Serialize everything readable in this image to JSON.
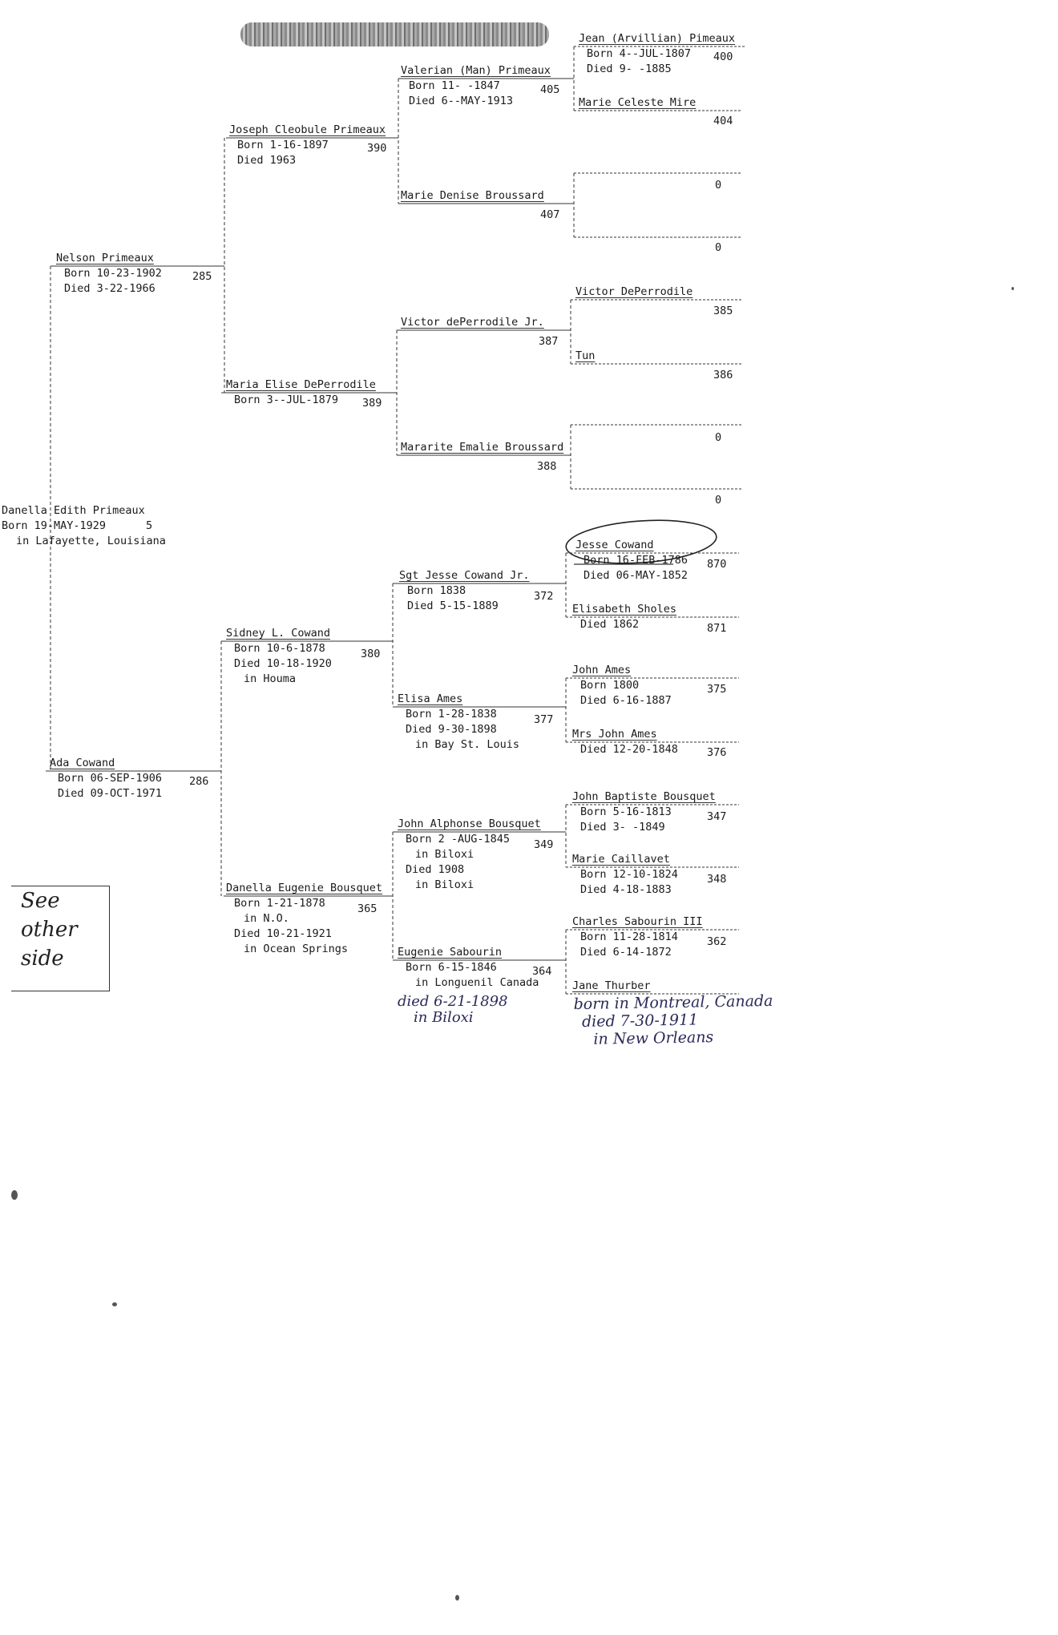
{
  "root": {
    "name": "Danella Edith Primeaux",
    "born": "Born 19-MAY-1929",
    "place": "in Lafayette, Louisiana",
    "id": "5"
  },
  "gen1": [
    {
      "name": "Nelson Primeaux",
      "born": "Born 10-23-1902",
      "died": "Died 3-22-1966",
      "id": "285"
    },
    {
      "name": "Ada Cowand",
      "born": "Born 06-SEP-1906",
      "died": "Died 09-OCT-1971",
      "id": "286"
    }
  ],
  "gen2": [
    {
      "name": "Joseph Cleobule Primeaux",
      "born": "Born 1-16-1897",
      "died": "Died 1963",
      "id": "390"
    },
    {
      "name": "Maria Elise DePerrodile",
      "born": "Born 3--JUL-1879",
      "id": "389"
    },
    {
      "name": "Sidney L. Cowand",
      "born": "Born 10-6-1878",
      "died": "Died 10-18-1920",
      "place": "in Houma",
      "id": "380"
    },
    {
      "name": "Danella Eugenie Bousquet",
      "born": "Born 1-21-1878",
      "born_place": "in N.O.",
      "died": "Died 10-21-1921",
      "died_place": "in Ocean Springs",
      "id": "365"
    }
  ],
  "gen3": [
    {
      "name": "Valerian (Man) Primeaux",
      "born": "Born 11-  -1847",
      "died": "Died 6--MAY-1913",
      "id": "405"
    },
    {
      "name": "Marie Denise Broussard",
      "id": "407"
    },
    {
      "name": "Victor dePerrodile Jr.",
      "id": "387"
    },
    {
      "name": "Mararite Emalie Broussard",
      "id": "388"
    },
    {
      "name": "Sgt Jesse Cowand Jr.",
      "born": "Born 1838",
      "died": "Died 5-15-1889",
      "id": "372"
    },
    {
      "name": "Elisa Ames",
      "born": "Born 1-28-1838",
      "died": "Died 9-30-1898",
      "place": "in Bay St. Louis",
      "id": "377"
    },
    {
      "name": "John Alphonse Bousquet",
      "born": "Born 2 -AUG-1845",
      "born_place": "in Biloxi",
      "died": "Died 1908",
      "died_place": "in Biloxi",
      "id": "349"
    },
    {
      "name": "Eugenie Sabourin",
      "born": "Born 6-15-1846",
      "place": "in Longuenil Canada",
      "id": "364"
    }
  ],
  "gen4": [
    {
      "name": "Jean (Arvillian) Pimeaux",
      "born": "Born 4--JUL-1807",
      "died": "Died 9-  -1885",
      "id": "400"
    },
    {
      "name": "Marie Celeste Mire",
      "id": "404"
    },
    {
      "name": "",
      "id": "0"
    },
    {
      "name": "",
      "id": "0"
    },
    {
      "name": "Victor DePerrodile",
      "id": "385"
    },
    {
      "name": "Tun",
      "id": "386"
    },
    {
      "name": "",
      "id": "0"
    },
    {
      "name": "",
      "id": "0"
    },
    {
      "name": "Jesse Cowand",
      "born": "Born 16-FEB-1786",
      "died": "Died 06-MAY-1852",
      "id": "870"
    },
    {
      "name": "Elisabeth Sholes",
      "died": "Died 1862",
      "id": "871"
    },
    {
      "name": "John Ames",
      "born": "Born 1800",
      "died": "Died 6-16-1887",
      "id": "375"
    },
    {
      "name": "Mrs John Ames",
      "died": "Died 12-20-1848",
      "id": "376"
    },
    {
      "name": "John Baptiste Bousquet",
      "born": "Born 5-16-1813",
      "died": "Died 3-  -1849",
      "id": "347"
    },
    {
      "name": "Marie Caillavet",
      "born": "Born 12-10-1824",
      "died": "Died 4-18-1883",
      "id": "348"
    },
    {
      "name": "Charles Sabourin III",
      "born": "Born 11-28-1814",
      "died": "Died 6-14-1872",
      "id": "362"
    },
    {
      "name": "Jane Thurber"
    }
  ],
  "handwritten": {
    "see_other_side": [
      "See",
      "other",
      "side"
    ],
    "eugenie_death": [
      "died 6-21-1898",
      "in Biloxi"
    ],
    "jane_thurber_note": [
      "born in Montreal, Canada",
      "died 7-30-1911",
      "in New Orleans"
    ]
  }
}
